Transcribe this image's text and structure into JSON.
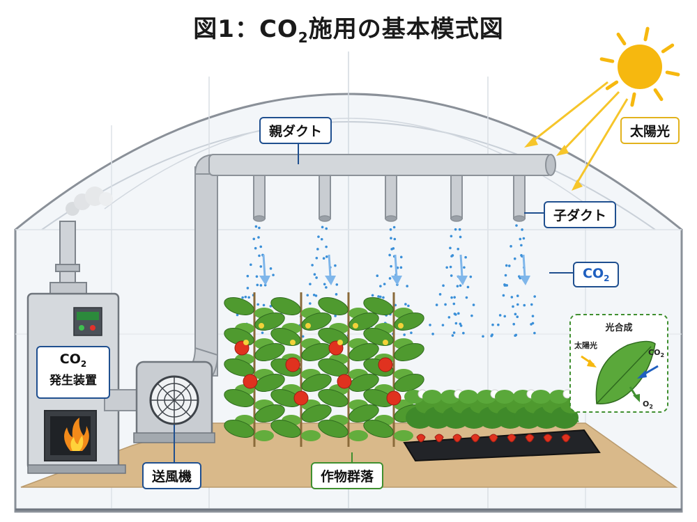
{
  "title": "図1：CO",
  "title_sub": "2",
  "title_rest": "施用の基本模式図",
  "labels": {
    "parent_duct": "親ダクト",
    "child_duct": "子ダクト",
    "sunlight": "太陽光",
    "co2": "CO",
    "co2_sub": "2",
    "generator_line1": "CO",
    "generator_line1_sub": "2",
    "generator_line2": "発生装置",
    "blower": "送風機",
    "crop_community": "作物群落"
  },
  "photosynthesis": {
    "title": "光合成",
    "sunlight": "太陽光",
    "co2": "CO",
    "co2_sub": "2",
    "o2": "O",
    "o2_sub": "2"
  },
  "colors": {
    "duct": "#c9cdd2",
    "co2_dots": "#3a8fd8",
    "arrow_blue": "#7fb6ea",
    "sun": "#f6b80f",
    "soil": "#d9b98a",
    "leaf": "#4f9a2f",
    "tomato": "#e0321f",
    "label_border_blue": "#1f4f8f",
    "label_border_green": "#3f8f2f",
    "label_border_yellow": "#e2b21c"
  },
  "icons": [
    "sun-icon",
    "fan-icon",
    "flame-icon",
    "leaf-icon",
    "smoke-icon"
  ]
}
